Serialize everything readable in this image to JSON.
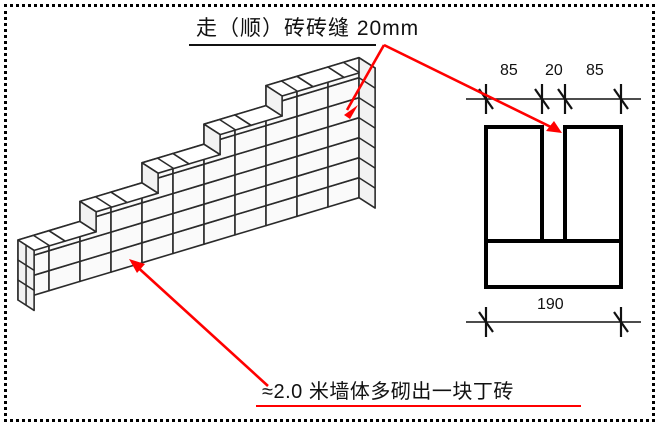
{
  "figure": {
    "title": "走（顺）砖砖缝 20mm",
    "bottom_note": "≈2.0 米墙体多砌出一块丁砖",
    "accent_color": "#ff0000",
    "line_color": "#111111",
    "border_style": "dotted"
  },
  "dimensions": {
    "top": [
      {
        "label": "85",
        "meaning": "left-brick-width"
      },
      {
        "label": "20",
        "meaning": "joint-width"
      },
      {
        "label": "85",
        "meaning": "right-brick-width"
      }
    ],
    "bottom": {
      "label": "190",
      "meaning": "overall-width"
    },
    "unit": "mm"
  },
  "annotations": [
    {
      "name": "joint-callout",
      "text": "走（顺）砖砖缝 20mm",
      "points_to": [
        "isometric-wall-joint",
        "section-joint-gap"
      ]
    },
    {
      "name": "header-brick-callout",
      "text": "≈2.0 米墙体多砌出一块丁砖",
      "points_to": "isometric-wall-stepped-course"
    }
  ],
  "views": {
    "isometric": {
      "name": "stepped-brick-wall-isometric",
      "bond": "running-bond",
      "courses": 7
    },
    "section": {
      "name": "brick-joint-cross-section",
      "hatch": "cross-hatch",
      "gap": "20mm vertical joint"
    }
  }
}
